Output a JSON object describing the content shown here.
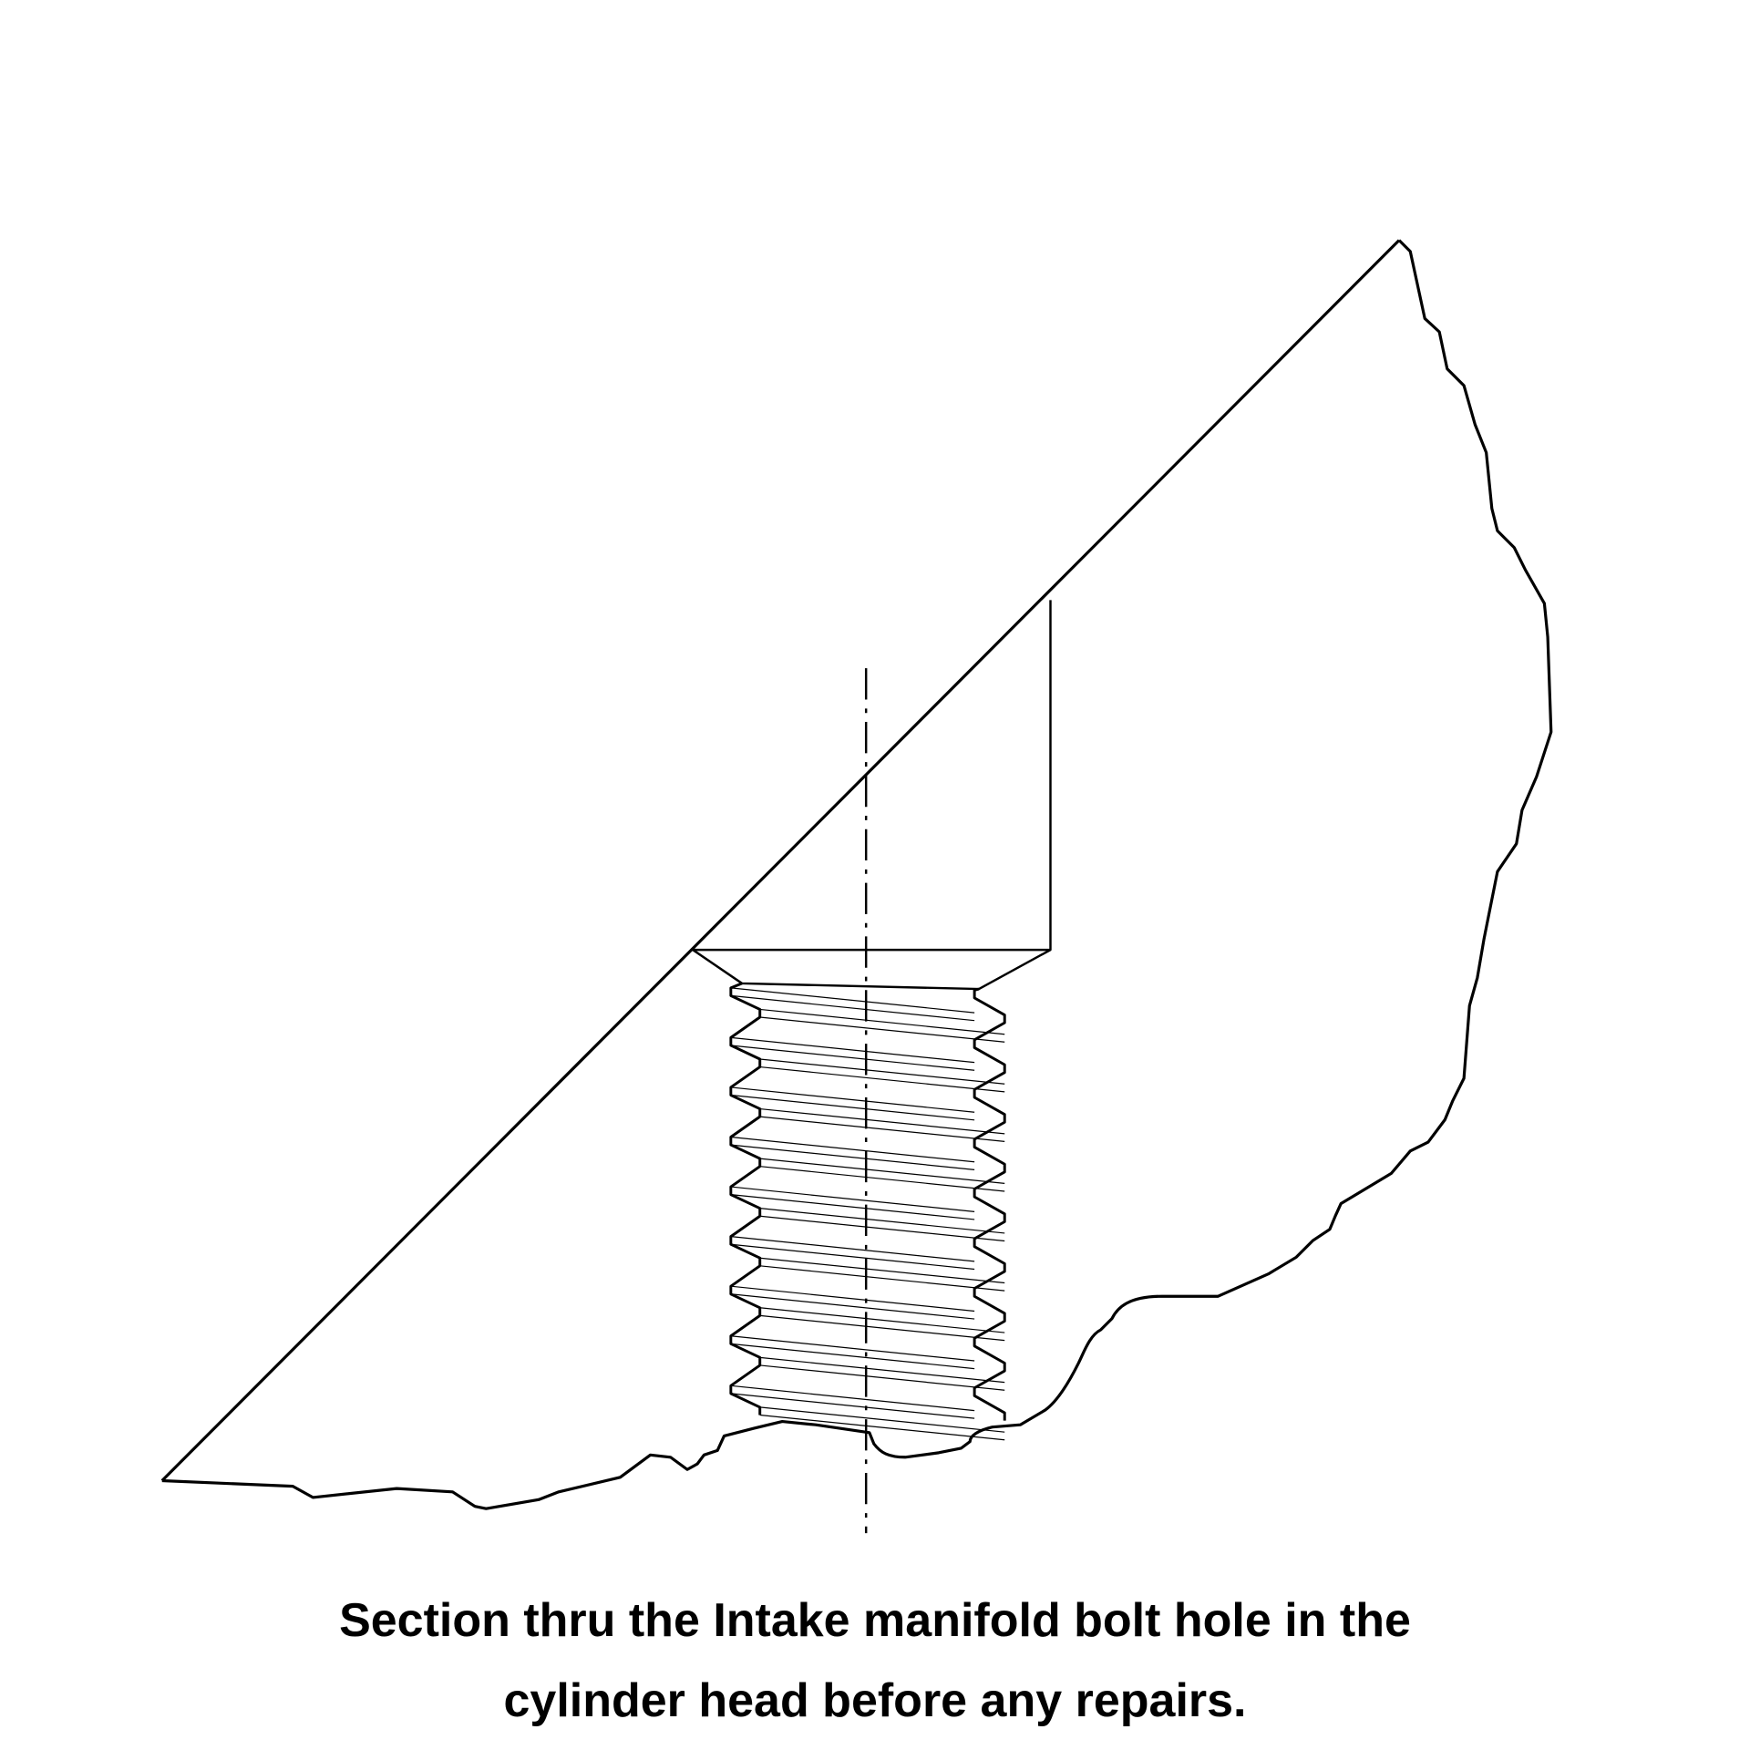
{
  "caption": {
    "line1": "Section thru the Intake manifold bolt hole in the",
    "line2": "cylinder head before any repairs."
  },
  "colors": {
    "stroke": "#000000",
    "background": "#ffffff"
  },
  "thread": {
    "turns": 9
  }
}
